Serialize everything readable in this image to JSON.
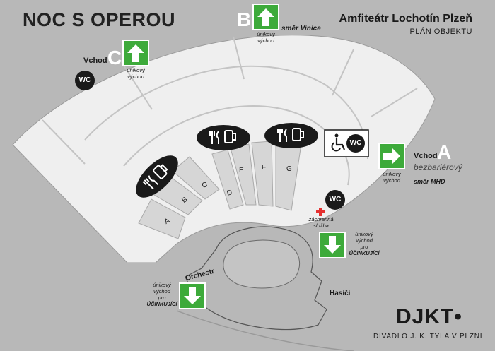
{
  "title": "NOC S OPEROU",
  "venue": {
    "name": "Amfiteátr Lochotín Plzeň",
    "subtitle": "PLÁN OBJEKTU"
  },
  "entrances": {
    "a": {
      "letter": "A",
      "label": "Vchod",
      "note": "bezbariérový",
      "direction": "směr MHD",
      "exit_text": "únikový východ"
    },
    "b": {
      "letter": "B",
      "direction": "směr Vinice",
      "exit_text": "únikový východ"
    },
    "c": {
      "letter": "C",
      "label": "Vchod",
      "exit_text": "únikový východ"
    }
  },
  "performer_exit": {
    "line1": "únikový",
    "line2": "východ",
    "line3": "pro",
    "line4": "ÚČINKUJÍCÍ"
  },
  "sectors": [
    "A",
    "B",
    "C",
    "D",
    "E",
    "F",
    "G"
  ],
  "wc_label": "WC",
  "labels": {
    "first_aid_1": "záchranná",
    "first_aid_2": "služba",
    "orchestra": "Orchestr",
    "firefighters": "Hasiči"
  },
  "logo": {
    "text": "DJKT•",
    "subtitle": "DIVADLO J. K. TYLA V PLZNI"
  },
  "colors": {
    "background": "#b8b8b8",
    "seating": "#efefef",
    "sector": "#d6d6d6",
    "exit_green": "#3daa3a",
    "icon_dark": "#1a1a1a",
    "first_aid_red": "#e53030"
  },
  "icons": [
    "wc-icon",
    "food-drink-icon",
    "wheelchair-icon",
    "arrow-up-icon",
    "arrow-down-icon",
    "arrow-right-icon",
    "first-aid-cross-icon"
  ]
}
